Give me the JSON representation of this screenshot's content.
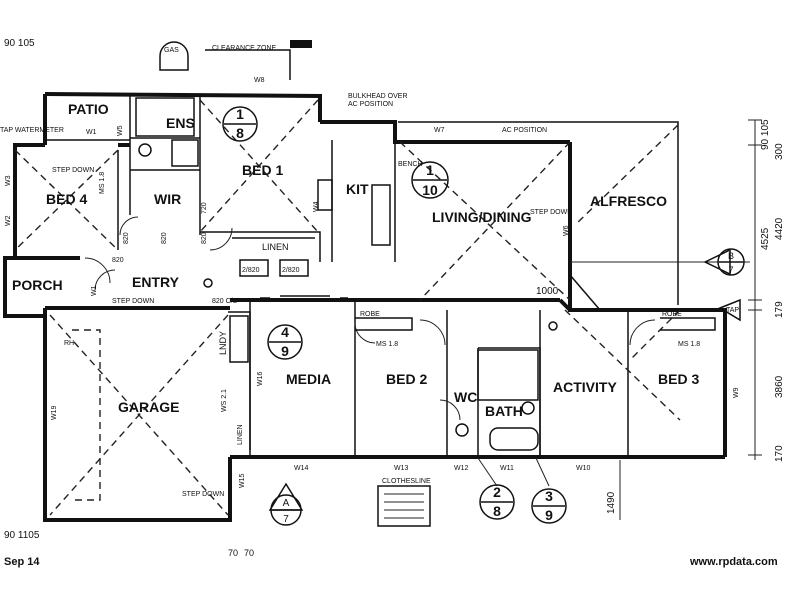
{
  "rooms": {
    "patio": "PATIO",
    "ens": "ENS",
    "bed1": "BED 1",
    "bed4": "BED 4",
    "wir": "WIR",
    "kit": "KIT",
    "living": "LIVING/DINING",
    "alfresco": "ALFRESCO",
    "porch": "PORCH",
    "entry": "ENTRY",
    "garage": "GARAGE",
    "media": "MEDIA",
    "bed2": "BED 2",
    "wc": "WC",
    "bath": "BATH",
    "activity": "ACTIVITY",
    "bed3": "BED 3",
    "linen": "LINEN",
    "lndy": "LNDY"
  },
  "notes": {
    "clearance_zone": "CLEARANCE ZONE",
    "gas": "GAS",
    "bulkhead": "BULKHEAD OVER",
    "ac_position": "AC POSITION",
    "ac_position2": "AC POSITION",
    "step_down_bed4": "STEP DOWN",
    "step_down_porch": "STEP DOWN",
    "step_down_living": "STEP DOWN",
    "step_down_garage": "STEP DOWN",
    "tap_watermeter": "TAP WATERMETER",
    "tap": "TAP",
    "bench": "BENCH",
    "ms18_bed4": "MS 1.8",
    "ms18_bed2": "MS 1.8",
    "ms18_bed3": "MS 1.8",
    "opening": "820 C/S",
    "rh": "RH",
    "ws21": "WS 2.1",
    "clothesline": "CLOTHESLINE",
    "robe1": "ROBE",
    "robe2": "ROBE",
    "linen_small": "LINEN"
  },
  "windows": {
    "w1_patio": "W1",
    "w5": "W5",
    "w8": "W8",
    "w7": "W7",
    "w3": "W3",
    "w2": "W2",
    "w1_porch": "W1",
    "w6": "W6",
    "w19": "W19",
    "w14": "W14",
    "w13": "W13",
    "w12": "W12",
    "w11": "W11",
    "w10": "W10",
    "w15": "W15",
    "w9": "W9",
    "w16": "W16",
    "w4": "W4"
  },
  "door_sizes": {
    "d1": "820",
    "d2": "820",
    "d3": "820",
    "d4": "820",
    "d5": "2/820",
    "d6": "2/820",
    "d7": "720"
  },
  "dimensions": {
    "top_left": "90 105",
    "bottom_left": "90 1105",
    "right_a": "90 105",
    "right_b": "300",
    "right_c": "4525",
    "right_d": "4420",
    "right_e": "179",
    "right_f": "3860",
    "right_g": "170",
    "mid_1000": "1000",
    "bottom_1490": "1490",
    "bottom_70": "70",
    "bottom_70b": "70"
  },
  "section_markers": [
    {
      "num": "1",
      "den": "8"
    },
    {
      "num": "1",
      "den": "10"
    },
    {
      "num": "4",
      "den": "9"
    },
    {
      "num": "A",
      "den": "7"
    },
    {
      "num": "B",
      "den": "7"
    },
    {
      "num": "2",
      "den": "8"
    },
    {
      "num": "3",
      "den": "9"
    }
  ],
  "footer": {
    "date": "Sep 14",
    "source": "www.rpdata.com"
  }
}
